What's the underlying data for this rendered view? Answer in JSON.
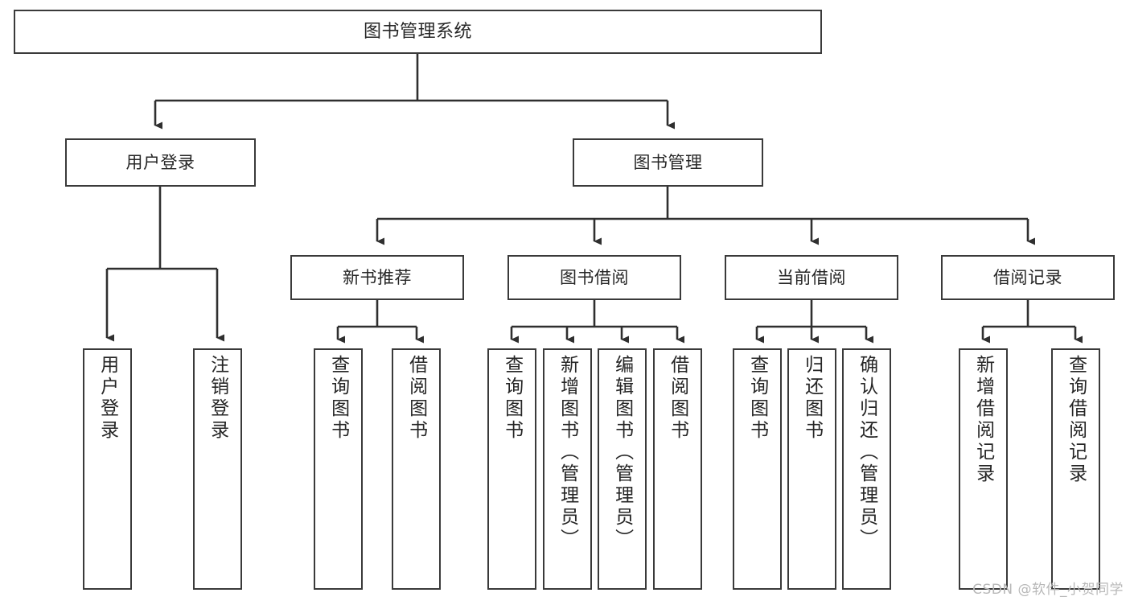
{
  "diagram": {
    "title": "图书管理系统",
    "type": "function-structure-tree",
    "colors": {
      "box_border": "#3a3a3a",
      "box_fill": "#ffffff",
      "edge": "#2f2f2f",
      "text": "#262626",
      "watermark": "#b8b8b8",
      "background": "#ffffff"
    },
    "root": {
      "label": "图书管理系统"
    },
    "level2": [
      {
        "label": "用户登录"
      },
      {
        "label": "图书管理"
      }
    ],
    "level3": [
      {
        "label": "新书推荐"
      },
      {
        "label": "图书借阅"
      },
      {
        "label": "当前借阅"
      },
      {
        "label": "借阅记录"
      }
    ],
    "leaves": {
      "user_login": [
        {
          "label": "用户登录"
        },
        {
          "label": "注销登录"
        }
      ],
      "new_book_recommend": [
        {
          "label": "查询图书"
        },
        {
          "label": "借阅图书"
        }
      ],
      "book_borrow": [
        {
          "label": "查询图书"
        },
        {
          "label": "新增图书（管理员）"
        },
        {
          "label": "编辑图书（管理员）"
        },
        {
          "label": "借阅图书"
        }
      ],
      "current_borrow": [
        {
          "label": "查询图书"
        },
        {
          "label": "归还图书"
        },
        {
          "label": "确认归还（管理员）"
        }
      ],
      "borrow_record": [
        {
          "label": "新增借阅记录"
        },
        {
          "label": "查询借阅记录"
        }
      ]
    },
    "watermark": "CSDN @软件_小贺同学"
  }
}
